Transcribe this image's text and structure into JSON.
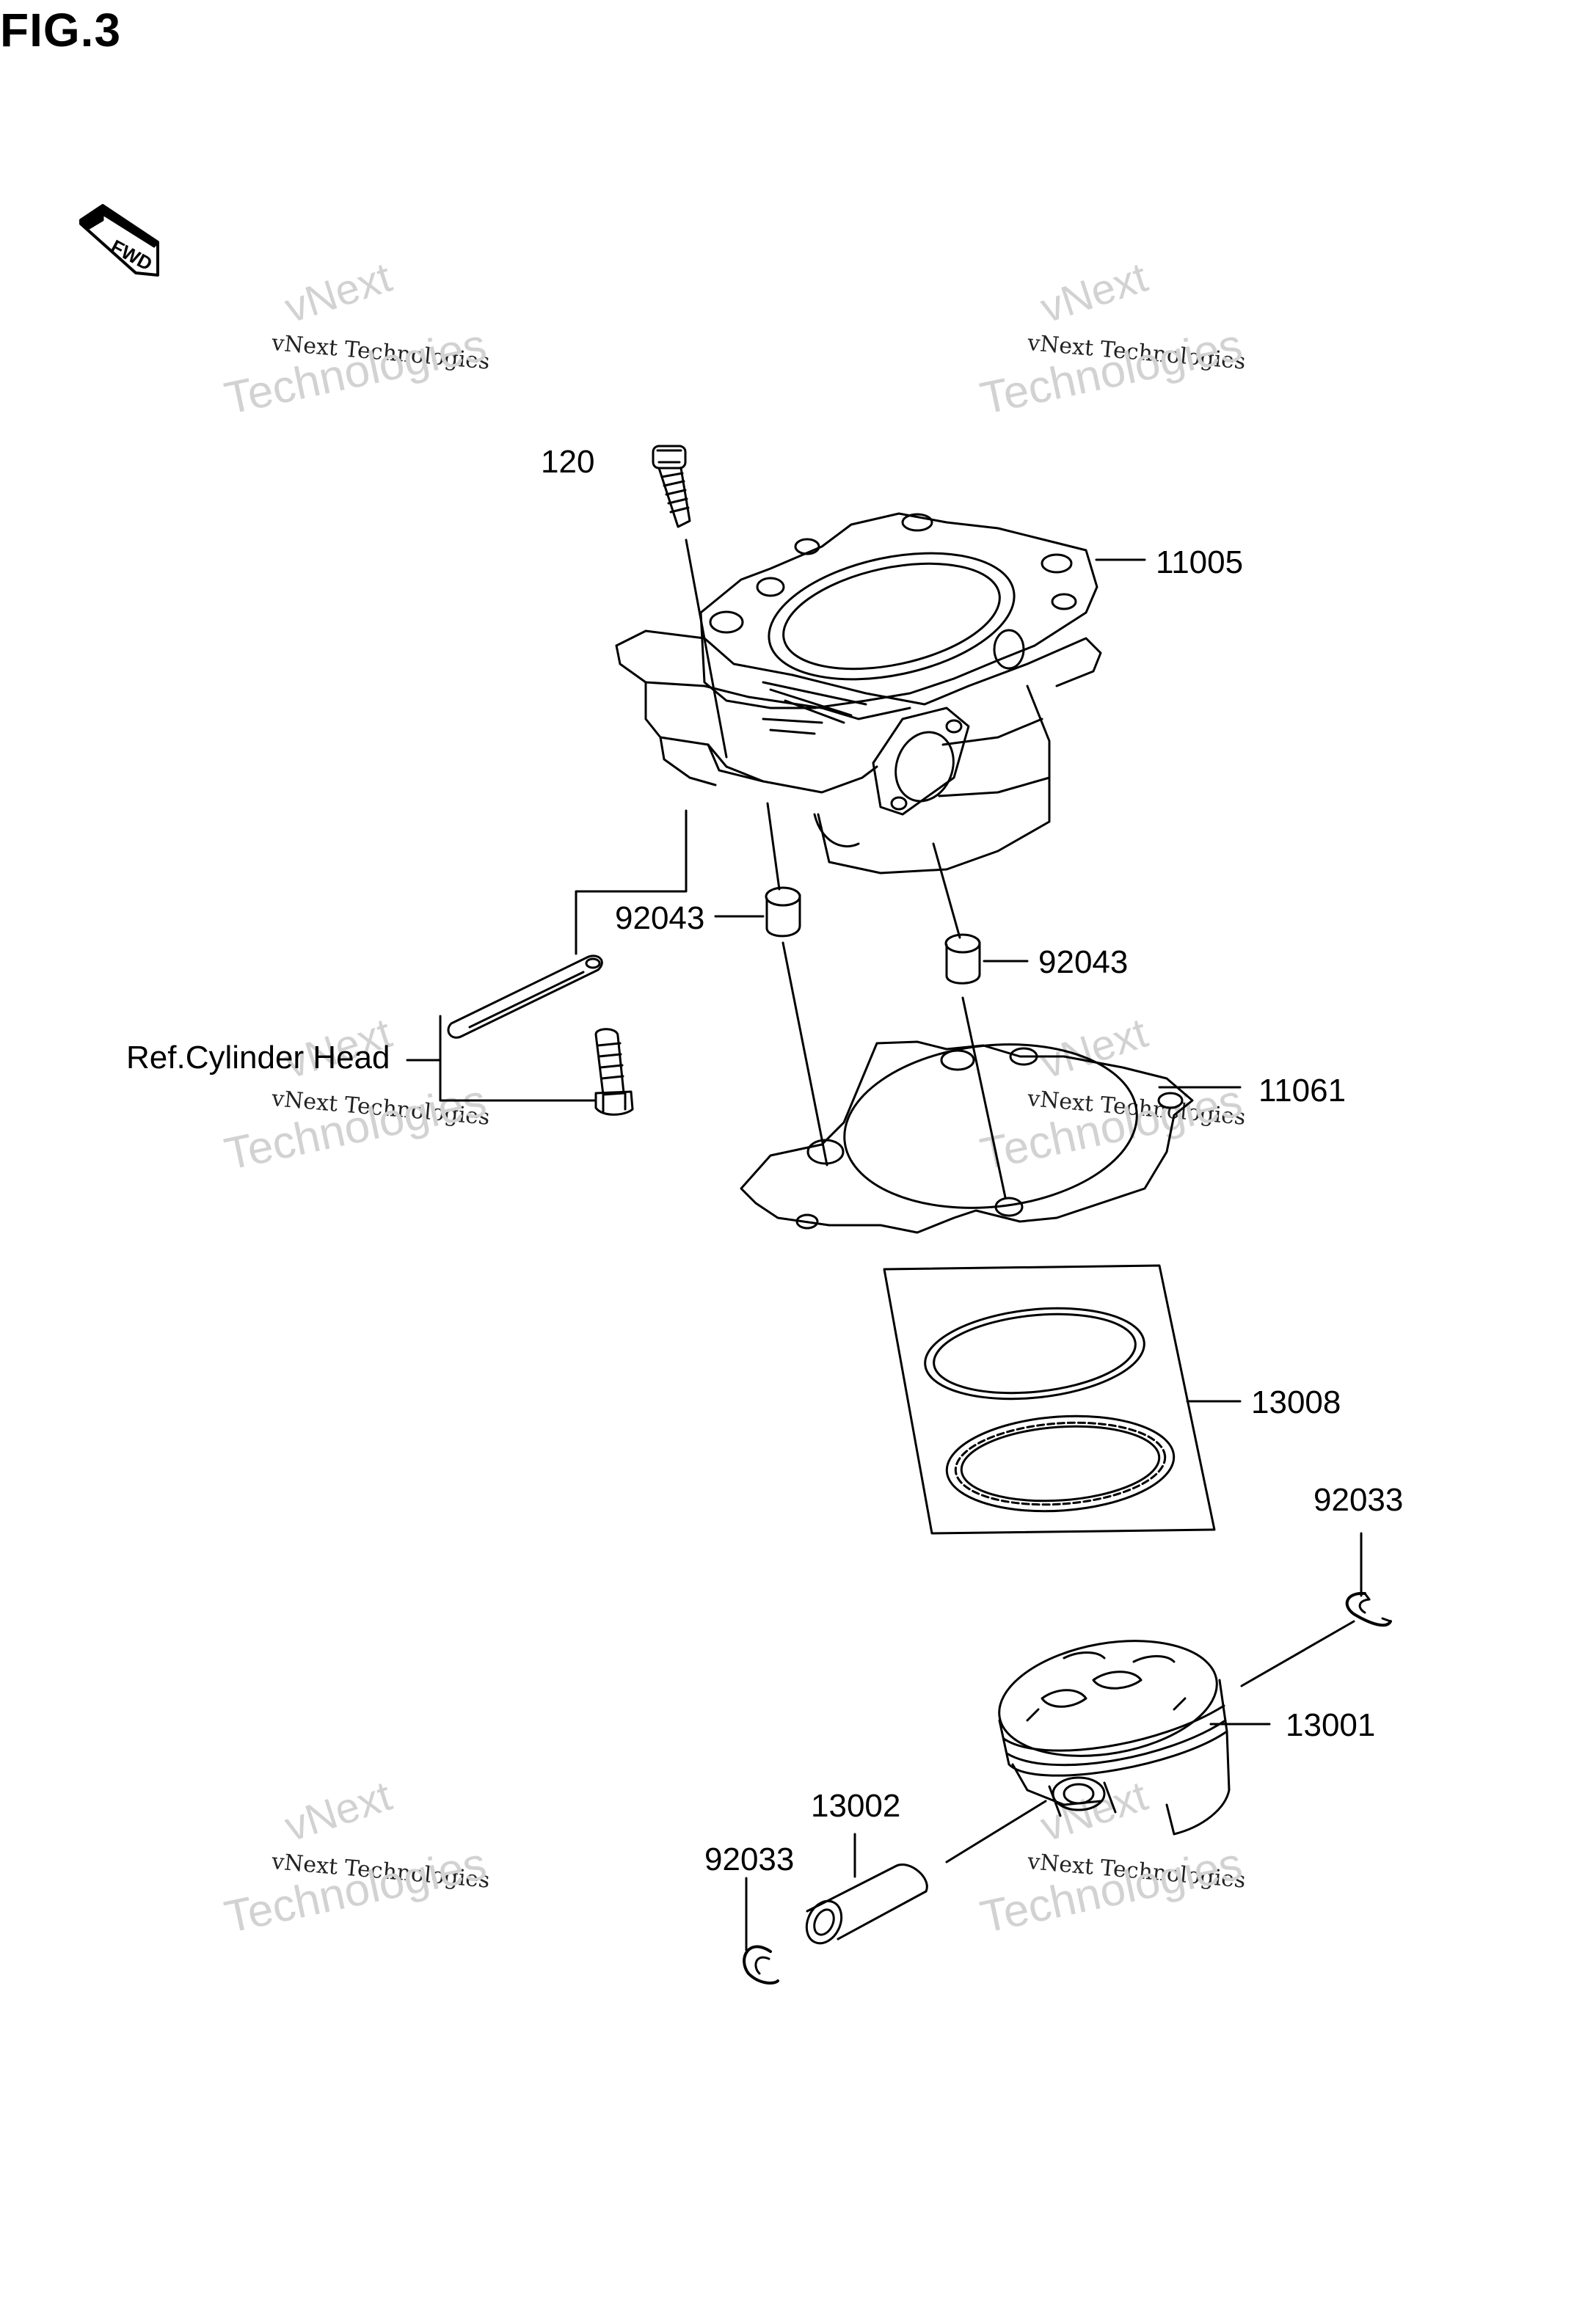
{
  "figure": {
    "title": "FIG.3",
    "fwd_label": "FWD"
  },
  "callouts": {
    "bolt_120": "120",
    "cylinder_11005": "11005",
    "dowel_92043_left": "92043",
    "dowel_92043_right": "92043",
    "ref_cylinder_head": "Ref.Cylinder Head",
    "gasket_11061": "11061",
    "ring_set_13008": "13008",
    "circlip_92033_right": "92033",
    "piston_13001": "13001",
    "pin_13002": "13002",
    "circlip_92033_left": "92033"
  },
  "watermark": {
    "line1": "vNext",
    "line2": "vNext Technologies",
    "line3": "Technologies"
  },
  "colors": {
    "line": "#000000",
    "watermark": "#d2d2d2",
    "background": "#ffffff"
  }
}
